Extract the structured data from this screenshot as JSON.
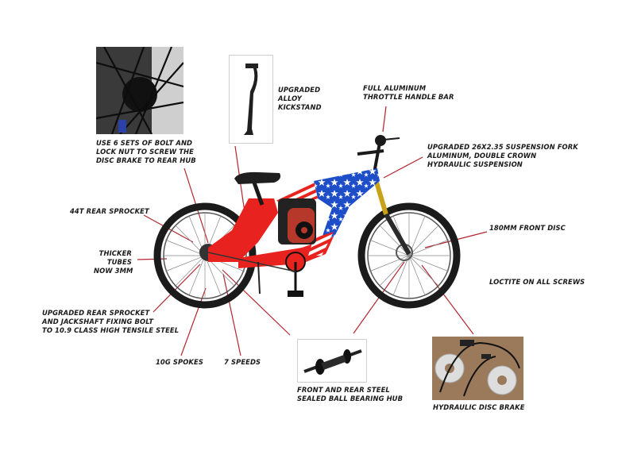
{
  "infographic": {
    "subject": "American flag motorized bicycle",
    "accent_color": "#b3262f",
    "frame_colors": {
      "red": "#e8231f",
      "blue": "#1d4ec7",
      "white": "#ffffff",
      "fork_gold": "#c9a21a"
    },
    "callouts": [
      {
        "id": "disc-brake-bolts",
        "lines": [
          "USE 6 SETS OF BOLT AND",
          "LOCK NUT TO SCREW THE",
          "DISC BRAKE TO REAR HUB"
        ]
      },
      {
        "id": "kickstand",
        "lines": [
          "UPGRADED",
          "ALLOY",
          "KICKSTAND"
        ]
      },
      {
        "id": "handle-bar",
        "lines": [
          "FULL ALUMINUM",
          "THROTTLE HANDLE BAR"
        ]
      },
      {
        "id": "suspension-fork",
        "lines": [
          "UPGRADED 26X2.35 SUSPENSION FORK",
          "ALUMINUM, DOUBLE CROWN",
          "HYDRAULIC SUSPENSION"
        ]
      },
      {
        "id": "rear-sprocket",
        "lines": [
          "44T REAR SPROCKET"
        ]
      },
      {
        "id": "thicker-tubes",
        "lines": [
          "THICKER",
          "TUBES",
          "NOW 3MM"
        ]
      },
      {
        "id": "front-disc",
        "lines": [
          "180MM FRONT DISC"
        ]
      },
      {
        "id": "loctite",
        "lines": [
          "LOCTITE ON ALL SCREWS"
        ]
      },
      {
        "id": "jackshaft-bolt",
        "lines": [
          "UPGRADED REAR SPROCKET",
          "AND JACKSHAFT FIXING BOLT",
          "TO 10.9 CLASS HIGH TENSILE STEEL"
        ]
      },
      {
        "id": "spokes",
        "lines": [
          "10G SPOKES"
        ]
      },
      {
        "id": "speeds",
        "lines": [
          "7 SPEEDS"
        ]
      },
      {
        "id": "hub",
        "lines": [
          "FRONT AND REAR STEEL",
          "SEALED BALL BEARING HUB"
        ]
      },
      {
        "id": "hydraulic-brake",
        "lines": [
          "HYDRAULIC DISC BRAKE"
        ]
      }
    ]
  }
}
